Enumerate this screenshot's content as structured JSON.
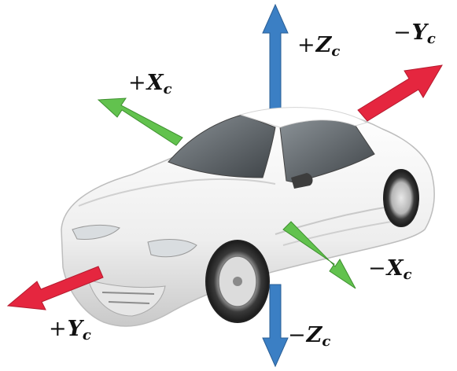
{
  "figure": {
    "axes": {
      "z_pos": {
        "sign": "+",
        "letter": "Z",
        "sub": "c",
        "color": "#3b7fc4"
      },
      "z_neg": {
        "sign": "−",
        "letter": "Z",
        "sub": "c",
        "color": "#3b7fc4"
      },
      "y_neg": {
        "sign": "−",
        "letter": "Y",
        "sub": "c",
        "color": "#e5263f"
      },
      "y_pos": {
        "sign": "+",
        "letter": "Y",
        "sub": "c",
        "color": "#e5263f"
      },
      "x_pos": {
        "sign": "+",
        "letter": "X",
        "sub": "c",
        "color": "#62c24e"
      },
      "x_neg": {
        "sign": "−",
        "letter": "X",
        "sub": "c",
        "color": "#62c24e"
      }
    },
    "car_color": "#f2f2f2",
    "glass_color": "#5b6166"
  }
}
